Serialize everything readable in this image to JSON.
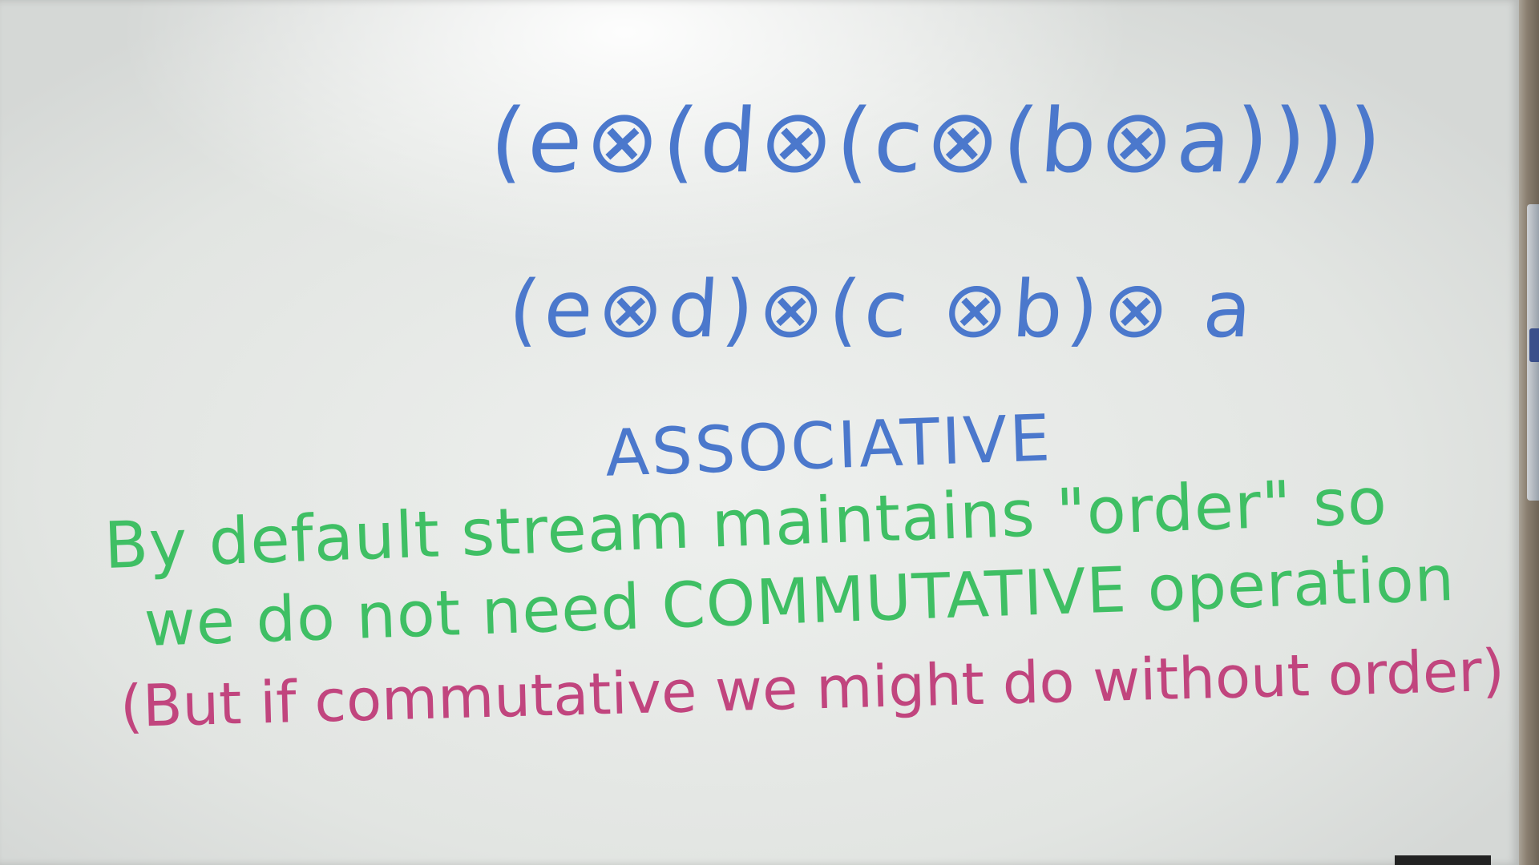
{
  "whiteboard": {
    "expression_right_nested": "(e⊗(d⊗(c⊗(b⊗a))))",
    "expression_left_grouped": "(e⊗d)⊗(c ⊗b)⊗ a",
    "property_heading": "ASSOCIATIVE",
    "note_line_1": "By default stream maintains \"order\" so",
    "note_line_2": "we do not need COMMUTATIVE operation",
    "note_line_3": "(But if commutative we might do without order)",
    "colors": {
      "expressions": "#4b78cc",
      "note": "#3fbf64",
      "aside": "#c1457e",
      "board": "#e6e8e6"
    }
  }
}
